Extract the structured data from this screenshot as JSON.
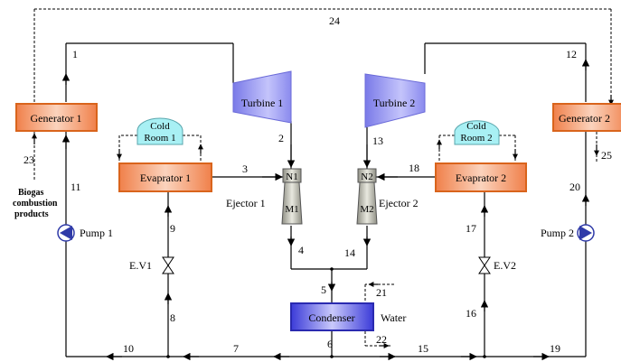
{
  "components": {
    "generator1": "Generator 1",
    "generator2": "Generator 2",
    "turbine1": "Turbine 1",
    "turbine2": "Turbine 2",
    "evaporator1": "Evaprator 1",
    "evaporator2": "Evaprator 2",
    "cold_room1": [
      "Cold",
      "Room 1"
    ],
    "cold_room2": [
      "Cold",
      "Room 2"
    ],
    "ejector1": "Ejector 1",
    "ejector2": "Ejector 2",
    "n1": "N1",
    "n2": "N2",
    "m1": "M1",
    "m2": "M2",
    "condenser": "Condenser",
    "pump1": "Pump 1",
    "pump2": "Pump 2",
    "ev1": "E.V1",
    "ev2": "E.V2"
  },
  "labels": {
    "biogas": [
      "Biogas",
      "combustion",
      "products"
    ],
    "water": "Water"
  },
  "states": [
    "1",
    "2",
    "3",
    "4",
    "5",
    "6",
    "7",
    "8",
    "9",
    "10",
    "11",
    "12",
    "13",
    "14",
    "15",
    "16",
    "17",
    "18",
    "19",
    "20",
    "21",
    "22",
    "23",
    "24",
    "25"
  ],
  "colors": {
    "box_fill": "#f4a07a",
    "box_border": "#d9641c",
    "turbine": "#8e8ef0",
    "cold_room": "#a8f0f4",
    "ejector": "#b8b8ac",
    "condenser": "#5a5ae6",
    "pump": "#2f3aa8",
    "line": "#000000"
  }
}
